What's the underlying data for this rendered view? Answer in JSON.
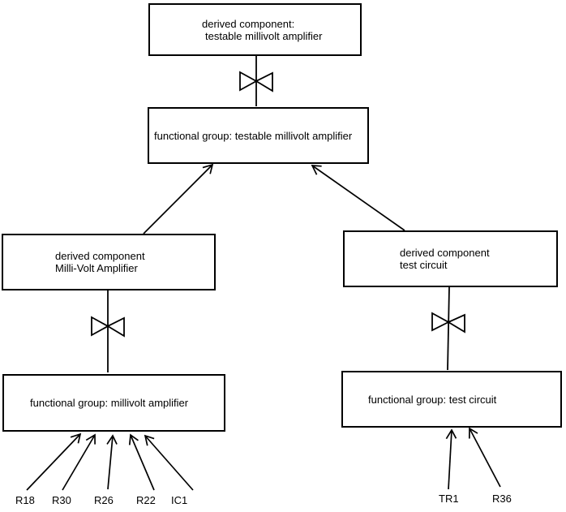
{
  "nodes": {
    "top_derived": {
      "line1": "derived component:",
      "line2": "testable millivolt amplifier"
    },
    "top_functional": {
      "line1": "functional group: testable millivolt amplifier"
    },
    "left_derived": {
      "line1": "derived component",
      "line2": "Milli-Volt Amplifier"
    },
    "left_functional": {
      "line1": "functional group: millivolt amplifier"
    },
    "right_derived": {
      "line1": "derived component",
      "line2": "test circuit"
    },
    "right_functional": {
      "line1": "functional group: test circuit"
    }
  },
  "leaves": {
    "r18": "R18",
    "r30": "R30",
    "r26": "R26",
    "r22": "R22",
    "ic1": "IC1",
    "tr1": "TR1",
    "r36": "R36"
  },
  "colors": {
    "stroke": "#000000",
    "background": "#ffffff",
    "box_fill": "#ffffff"
  }
}
